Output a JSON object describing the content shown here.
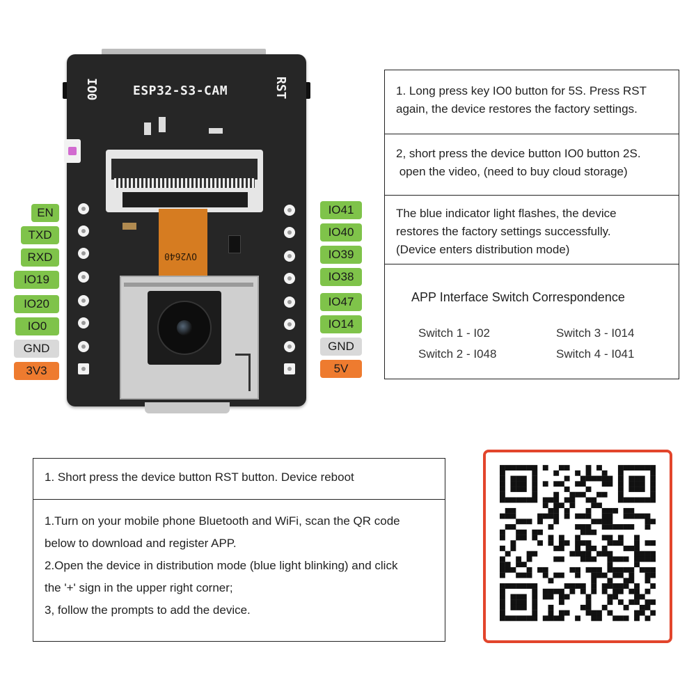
{
  "board": {
    "title": "ESP32-S3-CAM",
    "io0_silk": "IO0",
    "rst_silk": "RST",
    "camera_silk": "OV2640"
  },
  "pins_left": [
    {
      "label": "EN",
      "color": "#7fc34a"
    },
    {
      "label": "TXD",
      "color": "#7fc34a"
    },
    {
      "label": "RXD",
      "color": "#7fc34a"
    },
    {
      "label": "IO19",
      "color": "#7fc34a"
    },
    {
      "label": "IO20",
      "color": "#7fc34a"
    },
    {
      "label": "IO0",
      "color": "#7fc34a"
    },
    {
      "label": "GND",
      "color": "#d9d9d9"
    },
    {
      "label": "3V3",
      "color": "#ee7b2f"
    }
  ],
  "pins_right": [
    {
      "label": "IO41",
      "color": "#7fc34a"
    },
    {
      "label": "IO40",
      "color": "#7fc34a"
    },
    {
      "label": "IO39",
      "color": "#7fc34a"
    },
    {
      "label": "IO38",
      "color": "#7fc34a"
    },
    {
      "label": "IO47",
      "color": "#7fc34a"
    },
    {
      "label": "IO14",
      "color": "#7fc34a"
    },
    {
      "label": "GND",
      "color": "#d9d9d9"
    },
    {
      "label": "5V",
      "color": "#ee7b2f"
    }
  ],
  "info": {
    "reset_line1": "1. Long press key IO0 button for 5S. Press RST",
    "reset_line2": "again, the device restores the factory settings.",
    "video_line1": "2, short press the device button IO0 button 2S.",
    "video_line2": " open the video, (need to buy cloud storage)",
    "blue_line1": "The blue indicator light flashes, the device",
    "blue_line2": "restores the factory settings successfully.",
    "blue_line3": "(Device enters distribution mode)"
  },
  "switches": {
    "heading": "APP Interface Switch Correspondence",
    "s1": "Switch 1 - I02",
    "s2": "Switch 2 - I048",
    "s3": "Switch 3 - I014",
    "s4": "Switch 4 - I041"
  },
  "bottom": {
    "reboot": "1. Short press the device button RST button. Device reboot",
    "step1a": "1.Turn on your mobile phone Bluetooth and WiFi, scan the QR code",
    "step1b": "below to download and register APP.",
    "step2a": "2.Open the device in distribution mode (blue light blinking) and click",
    "step2b": "the '+' sign in the upper right corner;",
    "step3": "3, follow the prompts to add the device."
  },
  "qr": {
    "frame_color": "#e2452c"
  }
}
